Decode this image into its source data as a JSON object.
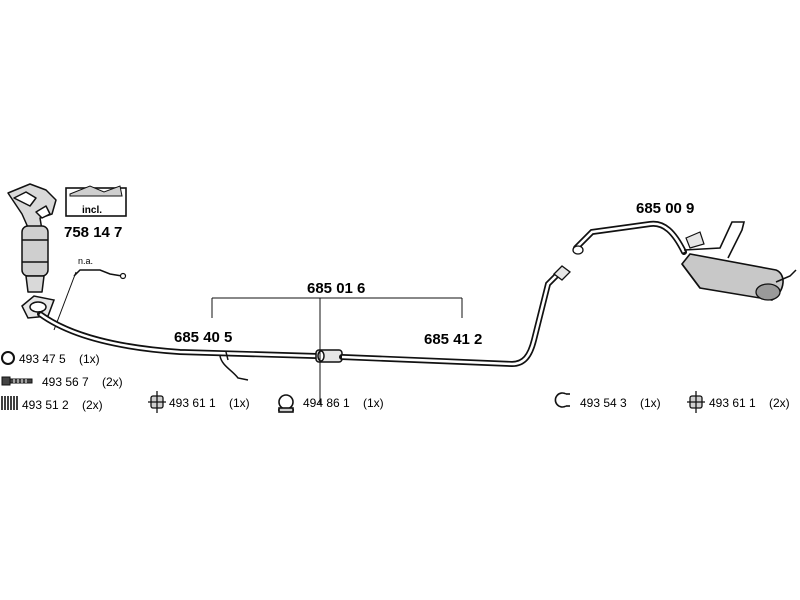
{
  "kit": {
    "incl_label": "incl.",
    "part_number": "758 14 7"
  },
  "lambda_sensor": {
    "note": "n.a."
  },
  "assembly": {
    "part_number": "685 01 6"
  },
  "parts": {
    "front_pipe": "685 40 5",
    "middle_pipe": "685 41 2",
    "rear_silencer": "685 00 9"
  },
  "small_parts": [
    {
      "part": "493 47 5",
      "qty": "(1x)",
      "icon": "ring-gasket-icon"
    },
    {
      "part": "493 56 7",
      "qty": "(2x)",
      "icon": "bolt-icon"
    },
    {
      "part": "493 51 2",
      "qty": "(2x)",
      "icon": "spring-icon"
    },
    {
      "part": "493 61 1",
      "qty": "(1x)",
      "icon": "rubber-mount-icon"
    },
    {
      "part": "494 86 1",
      "qty": "(1x)",
      "icon": "clamp-icon"
    },
    {
      "part": "493 54 3",
      "qty": "(1x)",
      "icon": "clip-clamp-icon"
    },
    {
      "part": "493 61 1",
      "qty": "(2x)",
      "icon": "rubber-mount-icon"
    }
  ]
}
